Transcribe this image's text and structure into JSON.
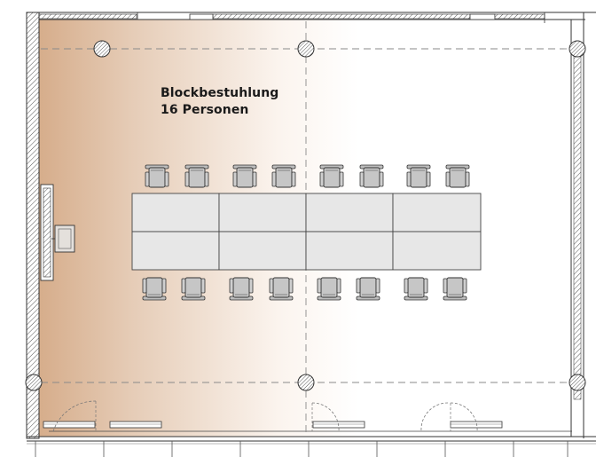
{
  "room": {
    "setup_title": "Blockbestuhlung",
    "capacity_label": "16 Personen"
  },
  "layout_counts": {
    "tables": 8,
    "chairs": 16,
    "columns": 6
  },
  "colors": {
    "floor_gradient_start": "#d8b496",
    "floor_gradient_end": "#ffffff",
    "table_fill": "#e6e6e6",
    "chair_fill": "#c4c4c4",
    "wall_line": "#333333",
    "dashed_grid": "#888888"
  }
}
